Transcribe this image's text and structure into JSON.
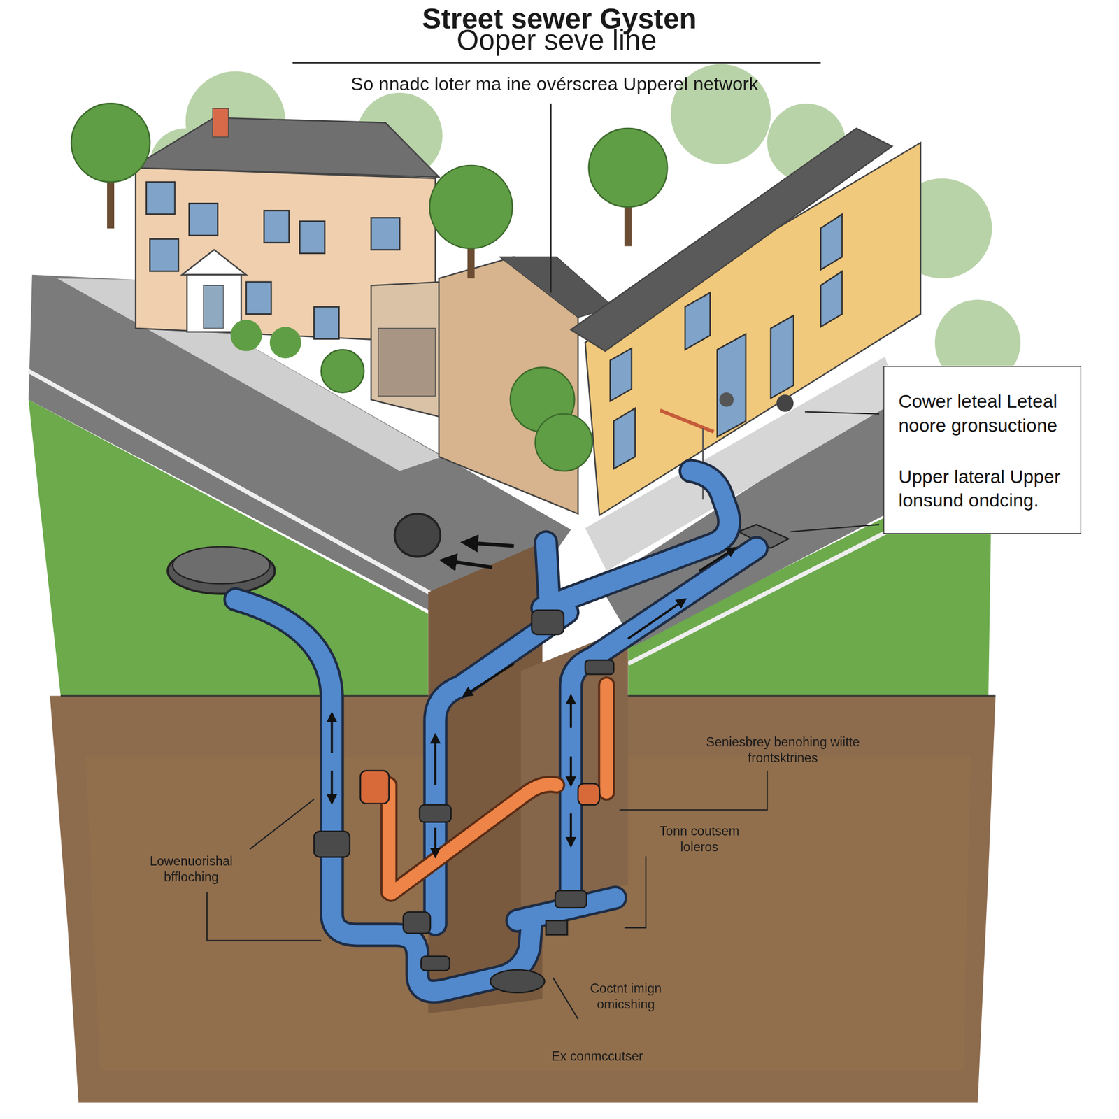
{
  "diagram": {
    "title": "Street sewer Gysten",
    "nodes": [
      {
        "text": [
          "Cower leteal Leteal noore gronsuctione",
          "Upper lateral Upper lonsund ondcing."
        ]
      }
    ],
    "labels": [
      "Ooper seve line",
      "So nnadc loter ma ine ovérscrea Upperel network",
      "Seniesbrey benohing wiitte frontsktrines",
      "Tonn coutsem loleros",
      "Lowenuorishal bffloching",
      "Coctnt imign omicshing",
      "Ex conmccutser"
    ]
  }
}
